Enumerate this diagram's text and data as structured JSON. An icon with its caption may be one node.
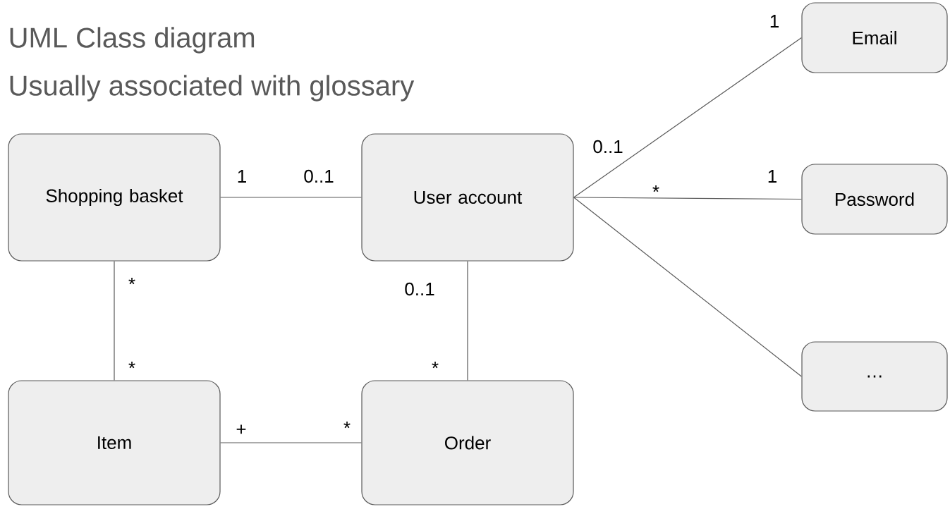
{
  "diagram": {
    "nodes": [
      {
        "text": [
          "Shopping basket"
        ]
      },
      {
        "text": [
          "User account"
        ]
      },
      {
        "text": [
          "Email"
        ]
      },
      {
        "text": [
          "Password"
        ]
      },
      {
        "text": [
          "…"
        ]
      },
      {
        "text": [
          "Item"
        ]
      },
      {
        "text": [
          "Order"
        ]
      }
    ],
    "edges": [
      {
        "from": 0,
        "to": 1,
        "arrow": "none"
      },
      {
        "from": 1,
        "to": 2,
        "arrow": "none"
      },
      {
        "from": 1,
        "to": 3,
        "arrow": "none"
      },
      {
        "from": 1,
        "to": 4,
        "arrow": "none"
      },
      {
        "from": 0,
        "to": 5,
        "arrow": "none"
      },
      {
        "from": 1,
        "to": 6,
        "arrow": "none"
      },
      {
        "from": 5,
        "to": 6,
        "arrow": "none"
      }
    ],
    "labels": [
      "UML Class diagram",
      "Usually associated with glossary",
      "1",
      "0..1",
      "1",
      "0..1",
      "1",
      "*",
      "*",
      "0..1",
      "*",
      "*",
      "+",
      "*"
    ]
  }
}
